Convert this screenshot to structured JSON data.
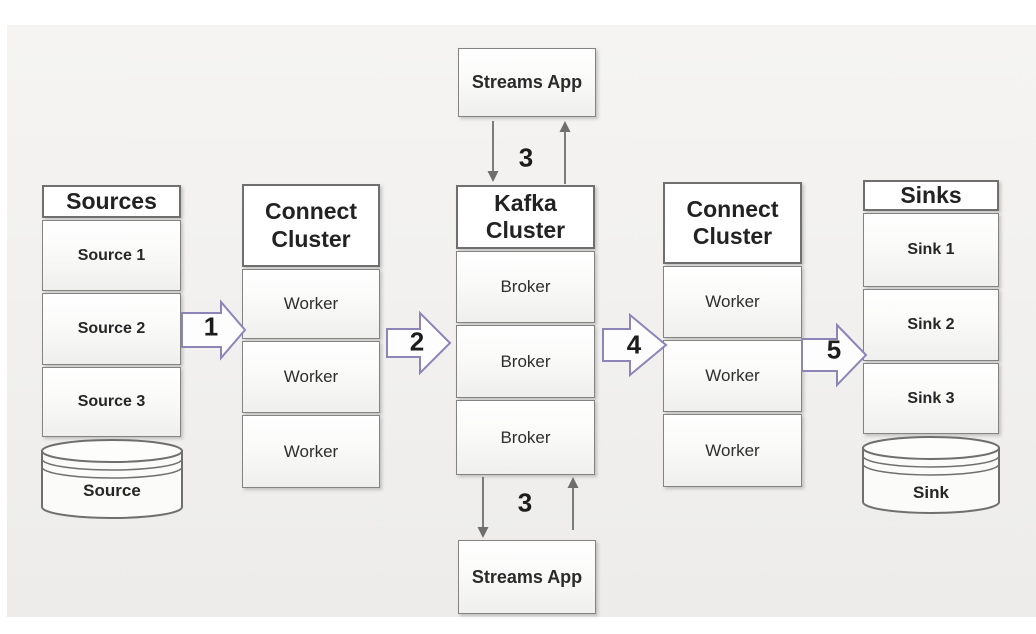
{
  "columns": [
    {
      "id": "sources",
      "title": "Sources",
      "items": [
        "Source 1",
        "Source 2",
        "Source 3"
      ],
      "db_label": "Source"
    },
    {
      "id": "connect-cluster-source",
      "title": "Connect Cluster",
      "items": [
        "Worker",
        "Worker",
        "Worker"
      ]
    },
    {
      "id": "kafka-cluster",
      "title": "Kafka Cluster",
      "items": [
        "Broker",
        "Broker",
        "Broker"
      ]
    },
    {
      "id": "connect-cluster-sink",
      "title": "Connect Cluster",
      "items": [
        "Worker",
        "Worker",
        "Worker"
      ]
    },
    {
      "id": "sinks",
      "title": "Sinks",
      "items": [
        "Sink 1",
        "Sink 2",
        "Sink 3"
      ],
      "db_label": "Sink"
    }
  ],
  "streams_app_top": {
    "label": "Streams App"
  },
  "streams_app_bottom": {
    "label": "Streams App"
  },
  "flow_steps": {
    "step_1": "1",
    "step_2": "2",
    "step_3_top": "3",
    "step_3_bottom": "3",
    "step_4": "4",
    "step_5": "5"
  },
  "colors": {
    "canvas_background": "#f1f0ee",
    "box_border": "#7c7c7c",
    "flow_arrow_outline": "#8d84b8",
    "connector_arrow": "#6e6e6e",
    "text": "#262626"
  }
}
